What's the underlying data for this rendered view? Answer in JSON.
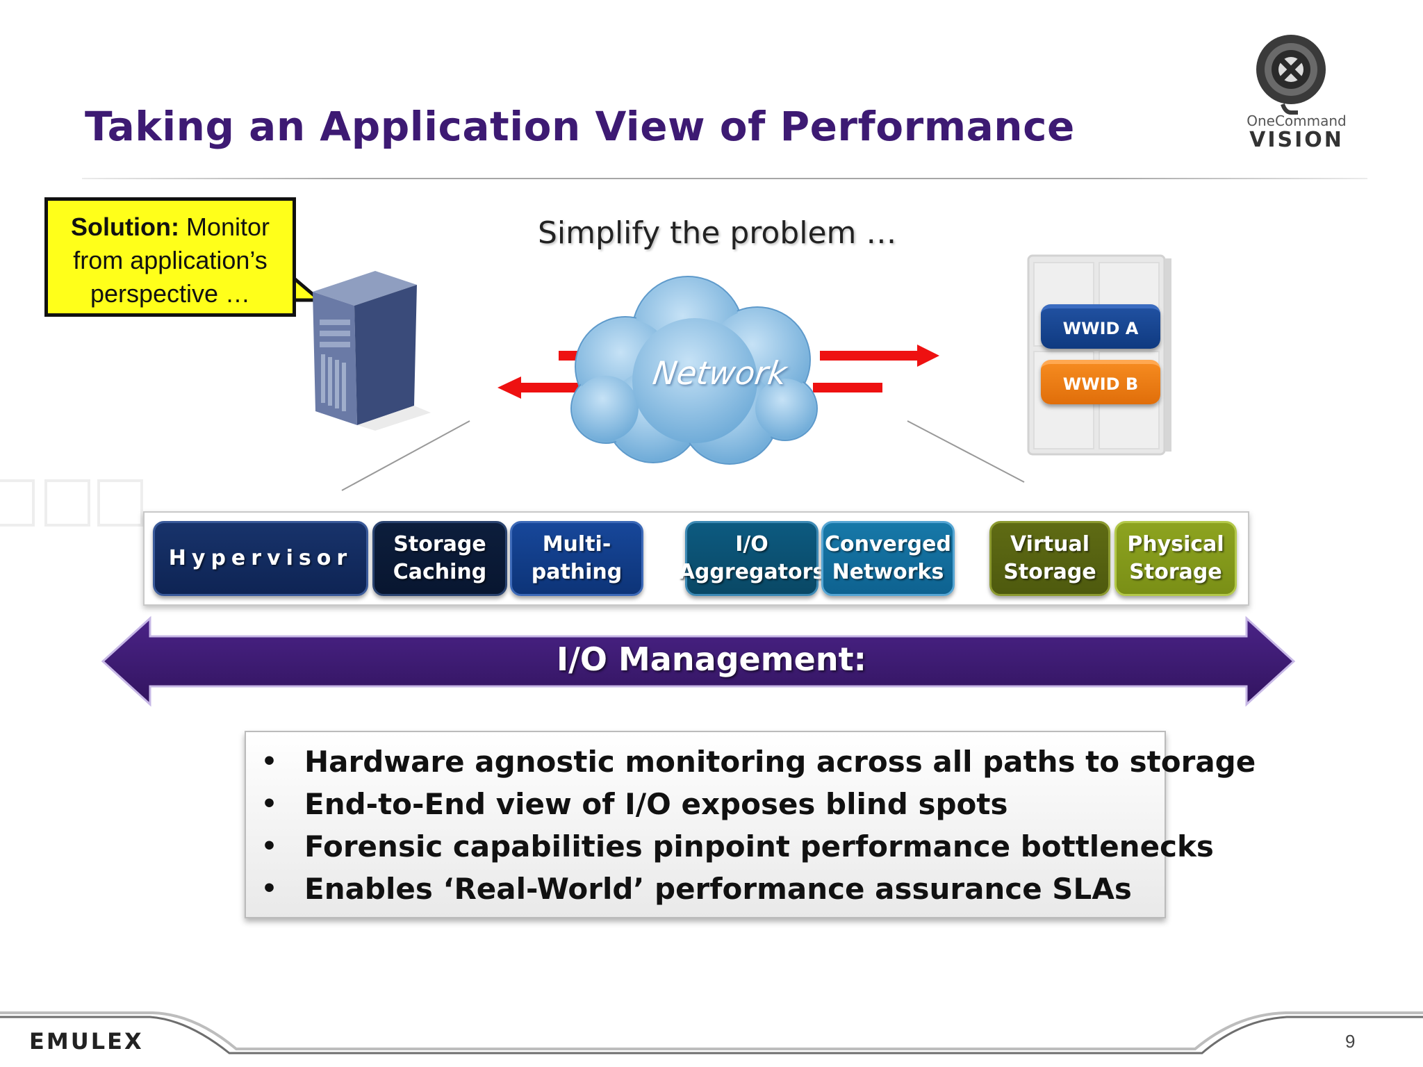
{
  "slide": {
    "title": "Taking an Application View of Performance",
    "subtitle": "Simplify the problem …",
    "page_number": "9"
  },
  "logo": {
    "top_text": "OneCommand",
    "bottom_text": "VISION"
  },
  "callout": {
    "bold": "Solution:",
    "line1_rest": " Monitor",
    "line2": "from application’s",
    "line3": "perspective …"
  },
  "diagram": {
    "network_label": "Network",
    "storage": {
      "wwid_a": "WWID A",
      "wwid_b": "WWID B"
    }
  },
  "chips": [
    {
      "line1": "Hypervisor",
      "line2": ""
    },
    {
      "line1": "Storage",
      "line2": "Caching"
    },
    {
      "line1": "Multi-",
      "line2": "pathing"
    },
    {
      "line1": "I/O",
      "line2": "Aggregators"
    },
    {
      "line1": "Converged",
      "line2": "Networks"
    },
    {
      "line1": "Virtual",
      "line2": "Storage"
    },
    {
      "line1": "Physical",
      "line2": "Storage"
    }
  ],
  "arrow_band": {
    "label": "I/O Management:"
  },
  "bullets": [
    "Hardware agnostic monitoring across all paths to storage",
    "End-to-End view of I/O exposes blind spots",
    "Forensic capabilities pinpoint performance bottlenecks",
    "Enables ‘Real-World’ performance assurance SLAs"
  ],
  "footer": {
    "brand": "EMULEX"
  },
  "colors": {
    "title": "#3d1a73",
    "arrow_band": "#3d1a73",
    "callout_bg": "#ffff1a",
    "red_arrow": "#ee1111"
  }
}
